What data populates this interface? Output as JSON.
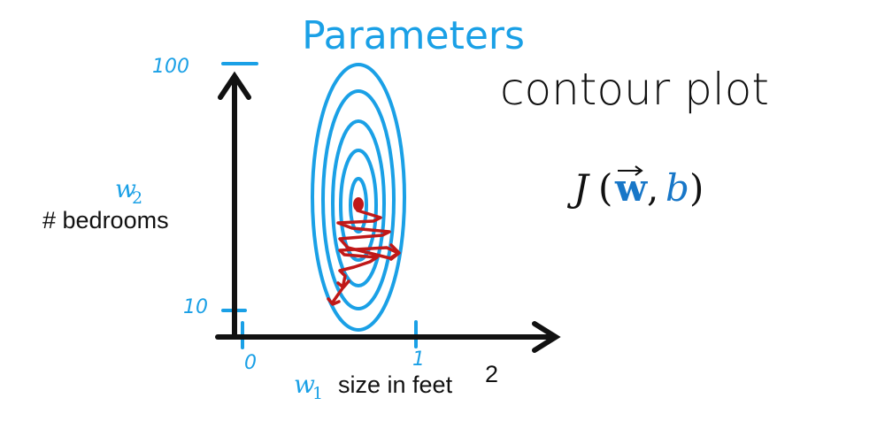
{
  "title": "Parameters",
  "annotation": "contour plot",
  "formula": {
    "func": "J",
    "open": "(",
    "vec": "w",
    "comma": ",",
    "b": "b",
    "close": ")"
  },
  "axes": {
    "y_symbol": "w",
    "y_subscript": "2",
    "y_desc": "# bedrooms",
    "x_symbol": "w",
    "x_subscript": "1",
    "x_desc": "size in feet",
    "x_desc_sup": "2",
    "y_ticks": [
      "100",
      "10"
    ],
    "x_ticks": [
      "0",
      "1"
    ]
  },
  "colors": {
    "blue": "#1aa0e6",
    "dark_blue": "#1877c8",
    "red": "#c01818",
    "black": "#111111"
  }
}
